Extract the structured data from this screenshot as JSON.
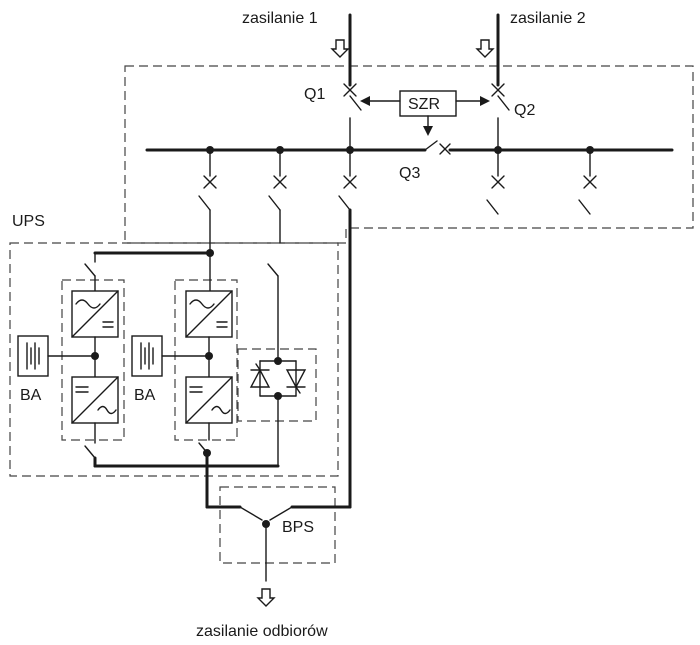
{
  "labels": {
    "supply_1": "zasilanie 1",
    "supply_2": "zasilanie 2",
    "q1": "Q1",
    "q2": "Q2",
    "q3": "Q3",
    "szr": "SZR",
    "ups": "UPS",
    "battery_1": "BA",
    "battery_2": "BA",
    "bypass": "BPS",
    "load_supply": "zasilanie odbiorów"
  },
  "colors": {
    "line": "#1a1a1a",
    "dashed_frame": "#444444",
    "background": "#ffffff"
  }
}
